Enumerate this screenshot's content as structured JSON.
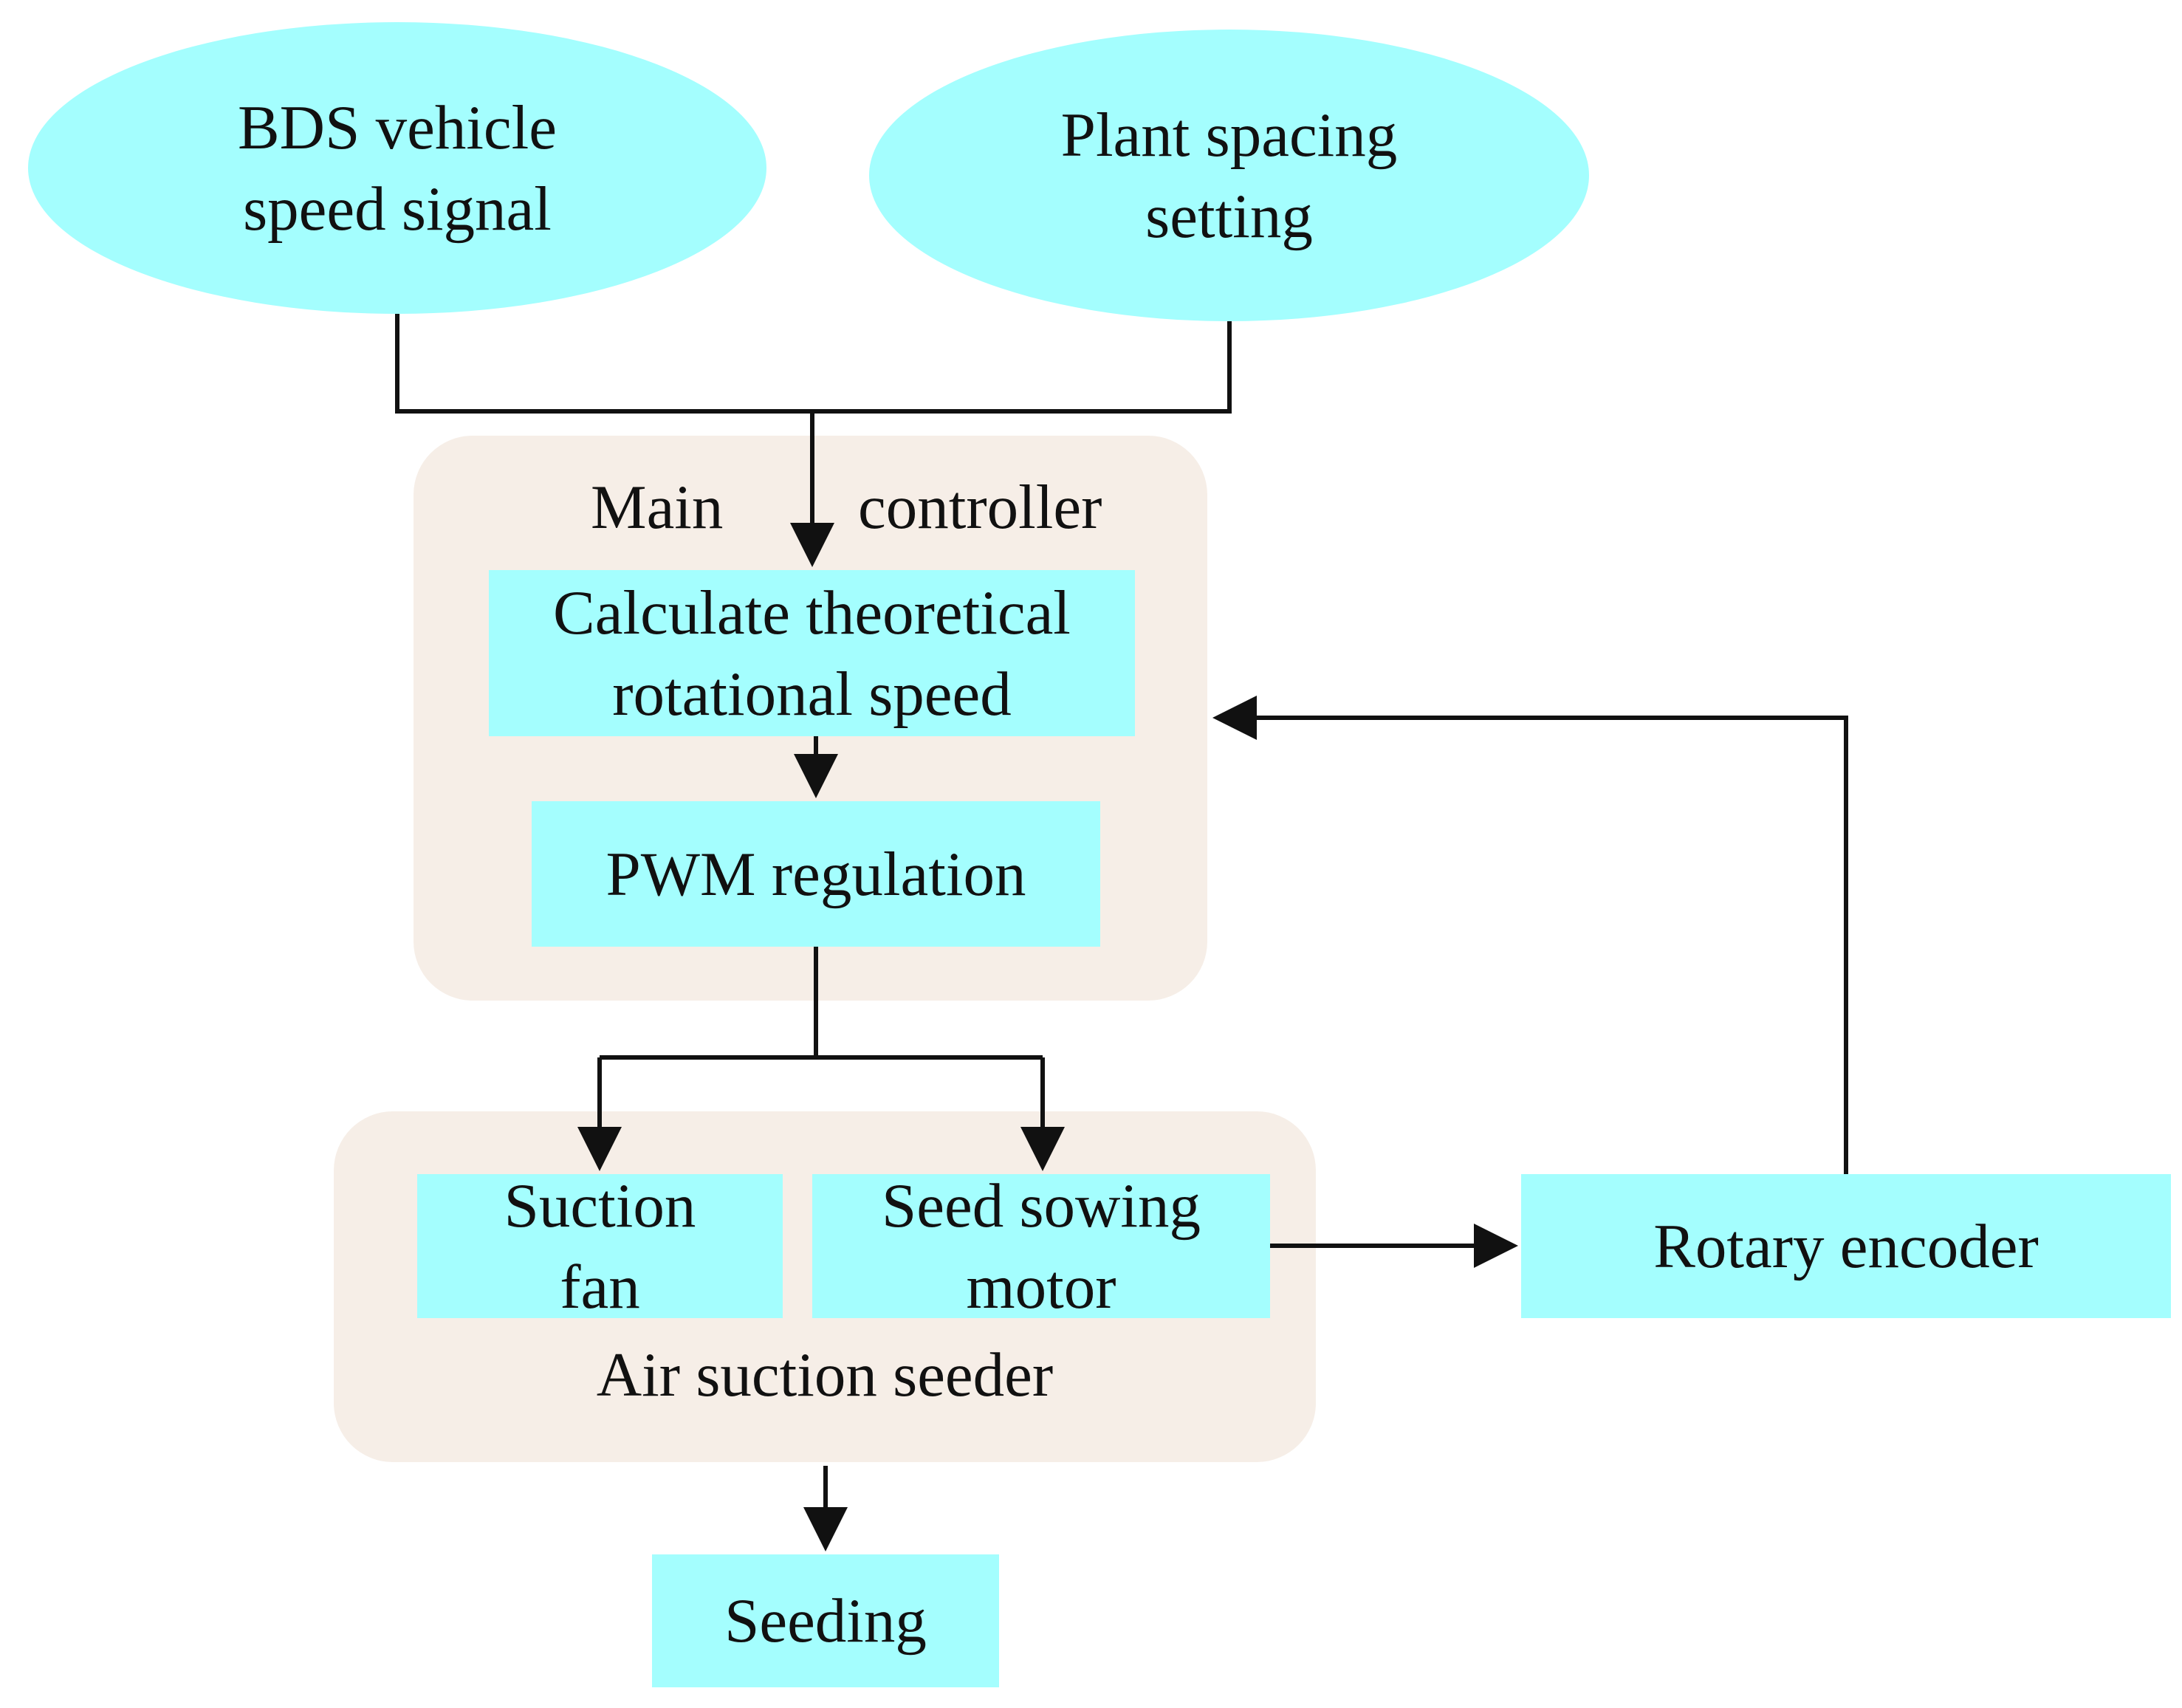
{
  "nodes": {
    "bds_signal": {
      "line1": "BDS vehicle",
      "line2": "speed signal"
    },
    "plant_spacing": {
      "line1": "Plant spacing",
      "line2": "setting"
    },
    "main_controller": {
      "word1": "Main",
      "word2": "controller"
    },
    "calc_speed": {
      "line1": "Calculate theoretical",
      "line2": "rotational speed"
    },
    "pwm": {
      "label": "PWM regulation"
    },
    "suction_fan": {
      "line1": "Suction",
      "line2": "fan"
    },
    "seed_motor": {
      "line1": "Seed sowing",
      "line2": "motor"
    },
    "air_seeder": {
      "label": "Air suction seeder"
    },
    "rotary_encoder": {
      "label": "Rotary encoder"
    },
    "seeding": {
      "label": "Seeding"
    }
  },
  "colors": {
    "node_fill": "#a4fefe",
    "group_fill": "#f6eee7",
    "line": "#111111"
  }
}
